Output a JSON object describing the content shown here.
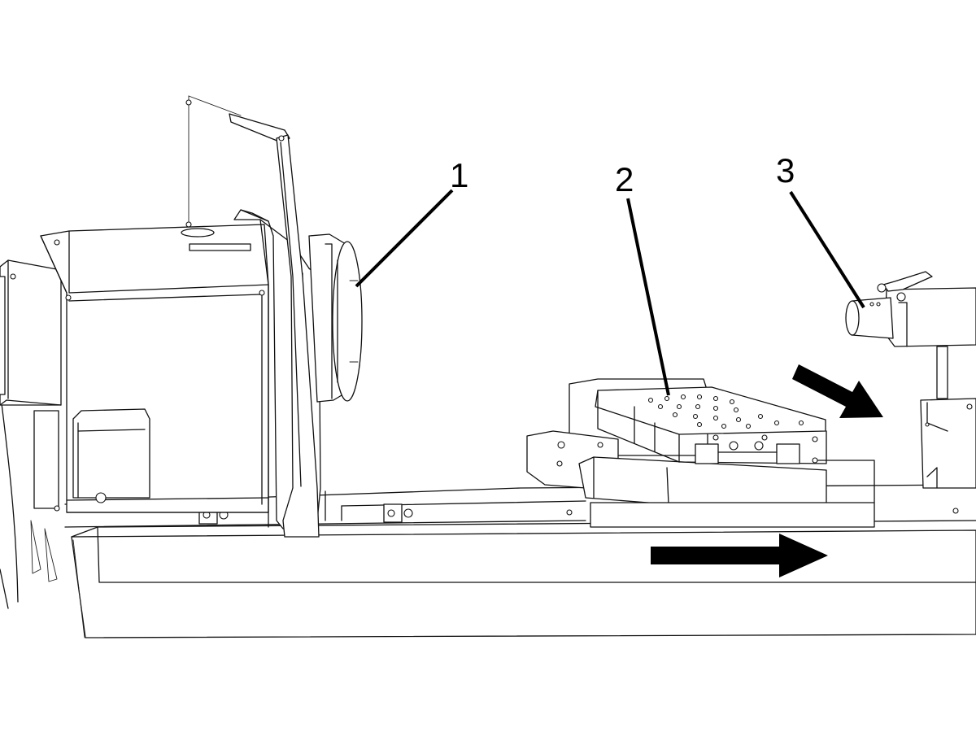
{
  "callouts": [
    {
      "id": "1",
      "label": "1"
    },
    {
      "id": "2",
      "label": "2"
    },
    {
      "id": "3",
      "label": "3"
    }
  ],
  "arrows": [
    {
      "name": "table-motion-arrow",
      "direction": "right"
    },
    {
      "name": "tailstock-motion-arrow",
      "direction": "down-right"
    }
  ],
  "colors": {
    "line": "#111111",
    "arrow": "#000000",
    "background": "#ffffff"
  }
}
